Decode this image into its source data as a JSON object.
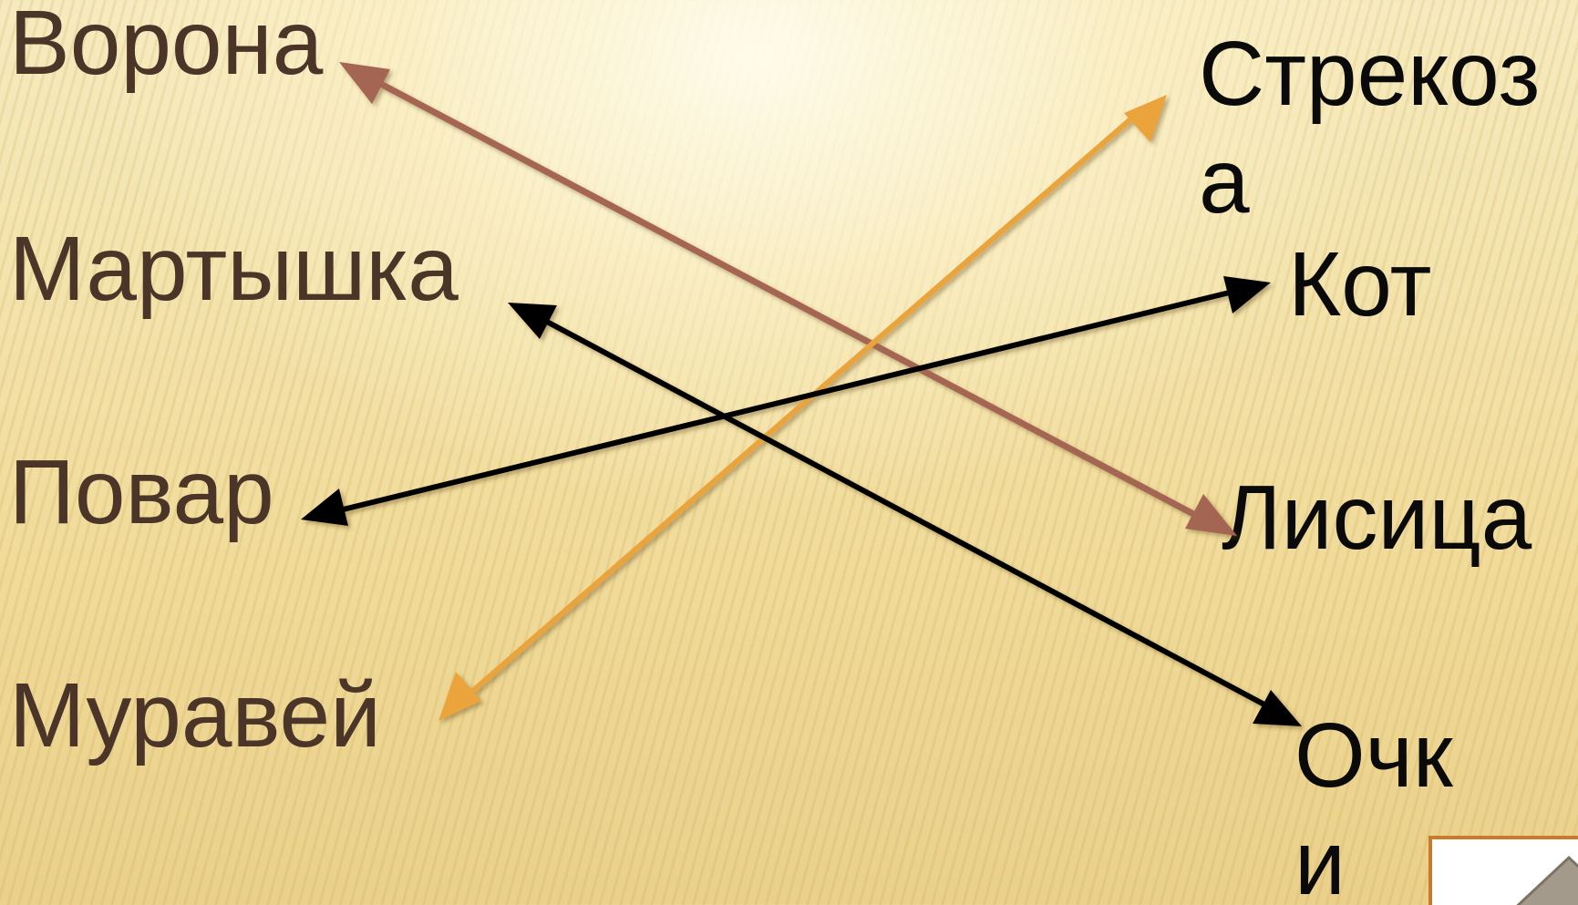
{
  "left_words": [
    "Ворона",
    "Мартышка",
    "Повар",
    "Муравей"
  ],
  "right_words": [
    "Стрекоз\nа",
    "Кот",
    "Лисица",
    "Очк\nи"
  ],
  "connections": [
    {
      "from": "Ворона",
      "to": "Лисица",
      "color": "#a46653"
    },
    {
      "from": "Мартышка",
      "to": "Очки",
      "color": "#000000"
    },
    {
      "from": "Повар",
      "to": "Кот",
      "color": "#000000"
    },
    {
      "from": "Муравей",
      "to": "Стрекоза",
      "color": "#eba43a"
    }
  ],
  "nav_button": {
    "icon": "home-icon"
  }
}
